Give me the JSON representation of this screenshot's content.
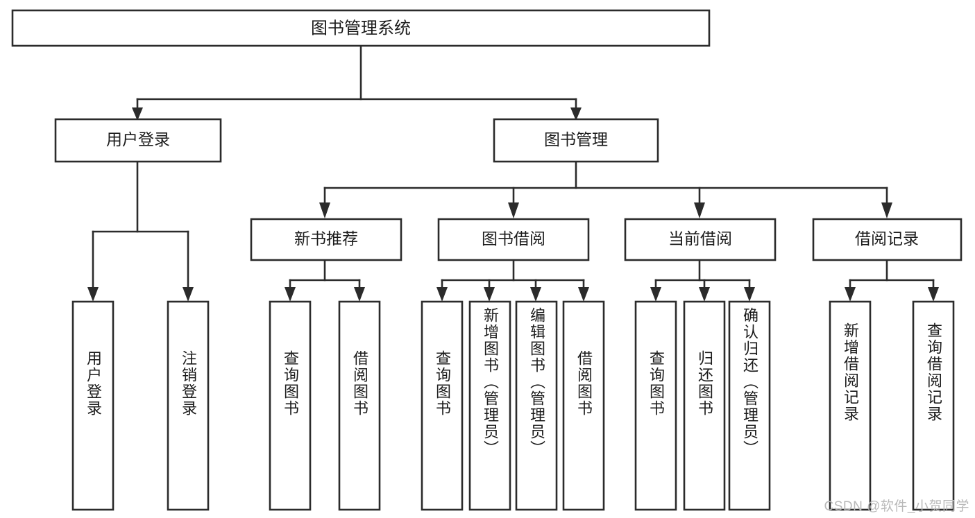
{
  "diagram": {
    "type": "tree",
    "title": "图书管理系统",
    "orientation": "top-down",
    "colors": {
      "line": "#2b2b2b",
      "node_fill": "#ffffff",
      "text": "#1b1b1b",
      "watermark": "#b9b9b9",
      "background": "#ffffff"
    },
    "root": {
      "label": "图书管理系统"
    },
    "level2": [
      {
        "label": "用户登录"
      },
      {
        "label": "图书管理"
      }
    ],
    "level3": [
      {
        "label": "新书推荐"
      },
      {
        "label": "图书借阅"
      },
      {
        "label": "当前借阅"
      },
      {
        "label": "借阅记录"
      }
    ],
    "leaves": {
      "user_login": [
        {
          "label": "用户登录"
        },
        {
          "label": "注销登录"
        }
      ],
      "new_book_rec": [
        {
          "label": "查询图书"
        },
        {
          "label": "借阅图书"
        }
      ],
      "book_borrow": [
        {
          "label": "查询图书"
        },
        {
          "label": "新增图书（管理员）"
        },
        {
          "label": "编辑图书（管理员）"
        },
        {
          "label": "借阅图书"
        }
      ],
      "current_borrow": [
        {
          "label": "查询图书"
        },
        {
          "label": "归还图书"
        },
        {
          "label": "确认归还（管理员）"
        }
      ],
      "borrow_record": [
        {
          "label": "新增借阅记录"
        },
        {
          "label": "查询借阅记录"
        }
      ]
    }
  },
  "watermark": {
    "text": "CSDN @软件_小贺同学"
  }
}
